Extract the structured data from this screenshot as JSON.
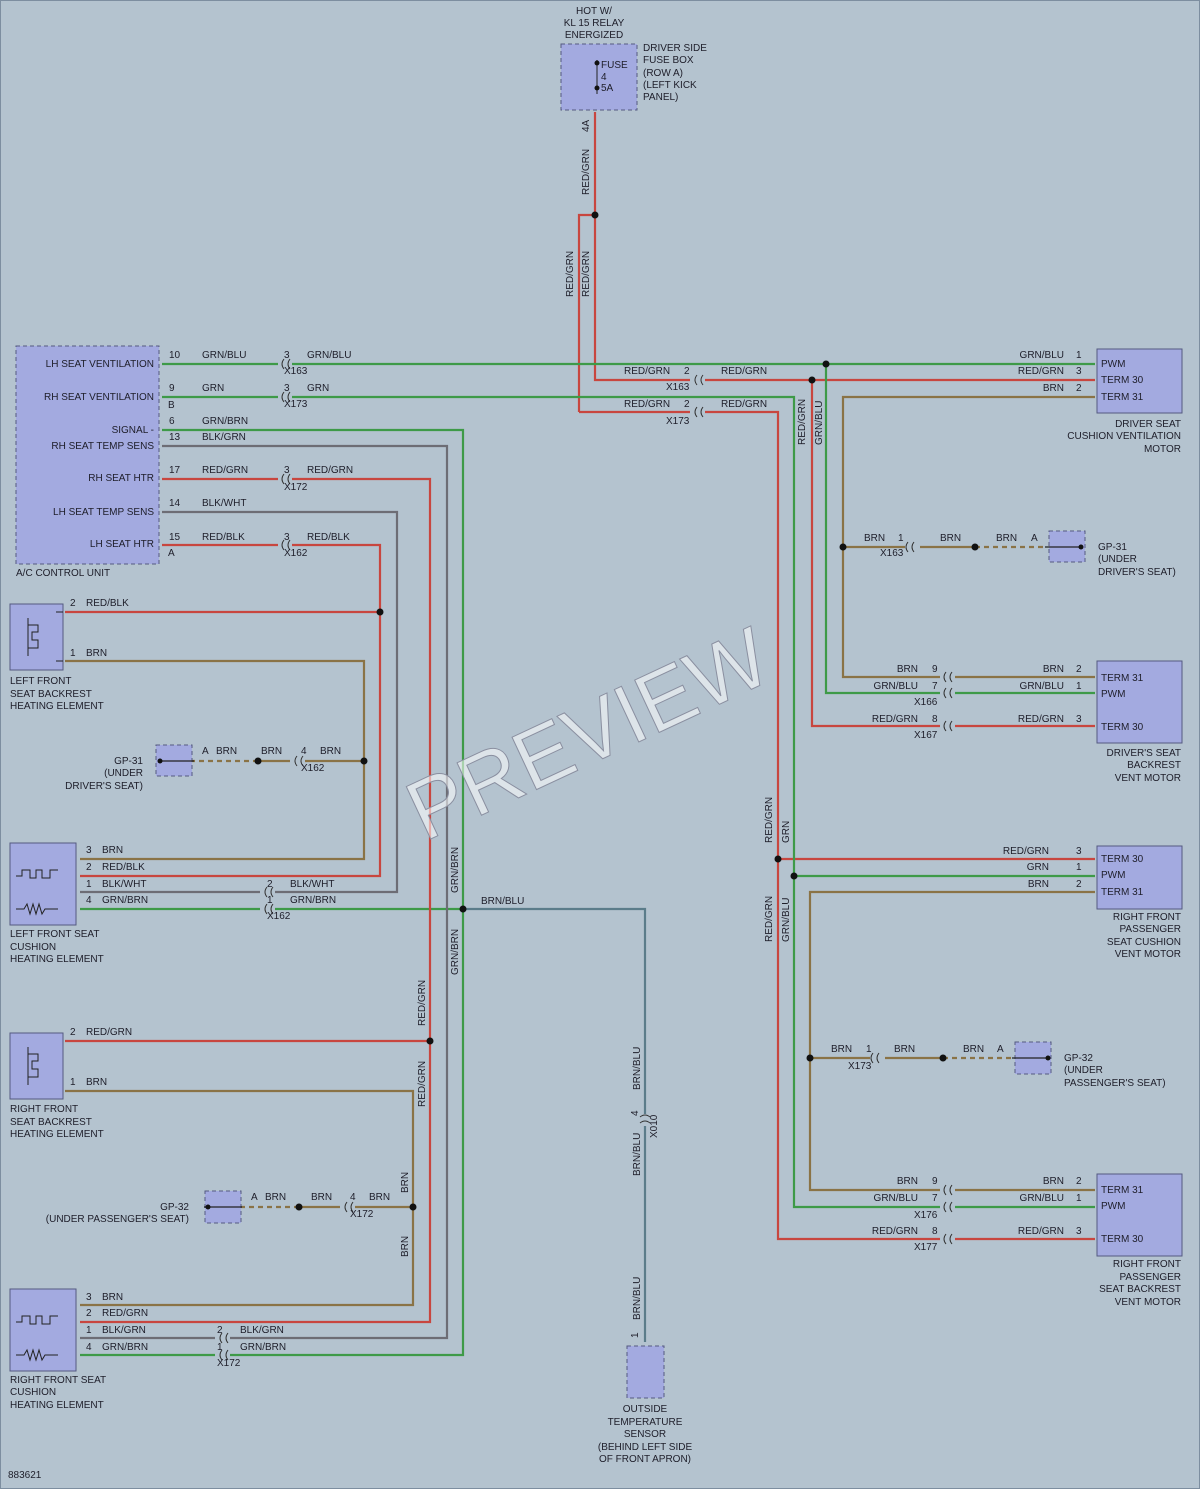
{
  "top": {
    "hot_1": "HOT W/",
    "hot_2": "KL 15 RELAY",
    "hot_3": "ENERGIZED",
    "fuse_1": "FUSE",
    "fuse_2": "4",
    "fuse_3": "5A",
    "fusebox_1": "DRIVER SIDE",
    "fusebox_2": "FUSE BOX",
    "fusebox_3": "(ROW A)",
    "fusebox_4": "(LEFT KICK",
    "fusebox_5": "PANEL)",
    "pin_4a": "4A",
    "wire_1": "RED/GRN",
    "wire_2": "RED/GRN",
    "wire_3": "RED/GRN"
  },
  "acu": {
    "name": "A/C CONTROL UNIT",
    "lh_vent": "LH SEAT VENTILATION",
    "rh_vent": "RH SEAT VENTILATION",
    "signal": "SIGNAL -",
    "rh_temp": "RH SEAT TEMP SENS",
    "rh_htr": "RH SEAT HTR",
    "lh_temp": "LH SEAT TEMP SENS",
    "lh_htr": "LH SEAT HTR",
    "pin_b": "B",
    "pin_a": "A"
  },
  "wires": {
    "p10": "10",
    "w_grnblu_1": "GRN/BLU",
    "p3_a": "3",
    "w_grnblu_2": "GRN/BLU",
    "x163_a": "X163",
    "p9": "9",
    "w_grn_1": "GRN",
    "p3_b": "3",
    "w_grn_2": "GRN",
    "x173_a": "X173",
    "p6": "6",
    "w_grnbrn_1": "GRN/BRN",
    "p13": "13",
    "w_blkgrn_1": "BLK/GRN",
    "p17": "17",
    "w_redgrn_1": "RED/GRN",
    "p3_c": "3",
    "w_redgrn_2": "RED/GRN",
    "x172_a": "X172",
    "p14": "14",
    "w_blkwht_1": "BLK/WHT",
    "p15": "15",
    "w_redblk_1": "RED/BLK",
    "p3_d": "3",
    "w_redblk_2": "RED/BLK",
    "x162_a": "X162",
    "r1": "RED/GRN",
    "r1p": "2",
    "r1b": "RED/GRN",
    "x163_b": "X163",
    "r2": "RED/GRN",
    "r2p": "2",
    "r2b": "RED/GRN",
    "x173_b": "X173",
    "v_redgrn_a": "RED/GRN",
    "v_grnblu_a": "GRN/BLU",
    "v_grnbrn_a": "GRN/BRN",
    "v_grnbrn_b": "GRN/BRN",
    "v_redgrn_b": "RED/GRN",
    "v_redgrn_c": "RED/GRN",
    "v_brn_a": "BRN",
    "v_brn_b": "BRN",
    "v_redgrn_d": "RED/GRN",
    "v_grn_a": "GRN",
    "v_redgrn_e": "RED/GRN",
    "v_grnblu_b": "GRN/BLU",
    "brnblu_h": "BRN/BLU",
    "brnblu_v1": "BRN/BLU",
    "brnblu_v2": "BRN/BLU",
    "brnblu_v3": "BRN/BLU",
    "x010_pin": "4",
    "x010": "X010",
    "sensor_pin": "1"
  },
  "dsv": {
    "name_1": "DRIVER SEAT",
    "name_2": "CUSHION VENTILATION",
    "name_3": "MOTOR",
    "pwm": "PWM",
    "t30": "TERM 30",
    "t31": "TERM 31",
    "w1": "GRN/BLU",
    "p1": "1",
    "w2": "RED/GRN",
    "p2": "3",
    "w3": "BRN",
    "p3": "2"
  },
  "gp31_r": {
    "w1": "BRN",
    "p1": "1",
    "x": "X163",
    "w2": "BRN",
    "w3": "BRN",
    "pa": "A",
    "l1": "GP-31",
    "l2": "(UNDER",
    "l3": "DRIVER'S SEAT)"
  },
  "dbv": {
    "name_1": "DRIVER'S SEAT",
    "name_2": "BACKREST",
    "name_3": "VENT MOTOR",
    "t31": "TERM 31",
    "pwm": "PWM",
    "t30": "TERM 30",
    "w1": "BRN",
    "p1": "9",
    "w1b": "BRN",
    "p1b": "2",
    "w2": "GRN/BLU",
    "p2": "7",
    "x2": "X166",
    "w2b": "GRN/BLU",
    "p2b": "1",
    "w3": "RED/GRN",
    "p3": "8",
    "x3": "X167",
    "w3b": "RED/GRN",
    "p3b": "3"
  },
  "psv": {
    "name_1": "RIGHT FRONT",
    "name_2": "PASSENGER",
    "name_3": "SEAT CUSHION",
    "name_4": "VENT MOTOR",
    "t30": "TERM 30",
    "pwm": "PWM",
    "t31": "TERM 31",
    "w1": "RED/GRN",
    "p1": "3",
    "w2": "GRN",
    "p2": "1",
    "w3": "BRN",
    "p3": "2"
  },
  "gp32_r": {
    "w1": "BRN",
    "p1": "1",
    "x": "X173",
    "w2": "BRN",
    "w3": "BRN",
    "pa": "A",
    "l1": "GP-32",
    "l2": "(UNDER",
    "l3": "PASSENGER'S SEAT)"
  },
  "pbv": {
    "name_1": "RIGHT FRONT",
    "name_2": "PASSENGER",
    "name_3": "SEAT BACKREST",
    "name_4": "VENT MOTOR",
    "t31": "TERM 31",
    "pwm": "PWM",
    "t30": "TERM 30",
    "w1": "BRN",
    "p1": "9",
    "w1b": "BRN",
    "p1b": "2",
    "w2": "GRN/BLU",
    "p2": "7",
    "x2": "X176",
    "w2b": "GRN/BLU",
    "p2b": "1",
    "w3": "RED/GRN",
    "p3": "8",
    "x3": "X177",
    "w3b": "RED/GRN",
    "p3b": "3"
  },
  "lfb": {
    "name_1": "LEFT FRONT",
    "name_2": "SEAT BACKREST",
    "name_3": "HEATING ELEMENT",
    "p2": "2",
    "w2": "RED/BLK",
    "p1": "1",
    "w1": "BRN"
  },
  "gp31_l": {
    "l1": "GP-31",
    "l2": "(UNDER",
    "l3": "DRIVER'S SEAT)",
    "pa": "A",
    "w1": "BRN",
    "w2": "BRN",
    "p4": "4",
    "w3": "BRN",
    "x": "X162"
  },
  "lfc": {
    "name_1": "LEFT FRONT SEAT",
    "name_2": "CUSHION",
    "name_3": "HEATING ELEMENT",
    "p3": "3",
    "w3": "BRN",
    "p2": "2",
    "w2": "RED/BLK",
    "p1": "1",
    "w1": "BLK/WHT",
    "p1b": "2",
    "w1b": "BLK/WHT",
    "p4": "4",
    "w4": "GRN/BRN",
    "p4b": "1",
    "w4b": "GRN/BRN",
    "x": "X162"
  },
  "rfb": {
    "name_1": "RIGHT FRONT",
    "name_2": "SEAT BACKREST",
    "name_3": "HEATING ELEMENT",
    "p2": "2",
    "w2": "RED/GRN",
    "p1": "1",
    "w1": "BRN"
  },
  "gp32_l": {
    "l1": "GP-32",
    "l2": "(UNDER PASSENGER'S SEAT)",
    "pa": "A",
    "w1": "BRN",
    "w2": "BRN",
    "p4": "4",
    "w3": "BRN",
    "x": "X172"
  },
  "rfc": {
    "name_1": "RIGHT FRONT SEAT",
    "name_2": "CUSHION",
    "name_3": "HEATING ELEMENT",
    "p3": "3",
    "w3": "BRN",
    "p2": "2",
    "w2": "RED/GRN",
    "p1": "1",
    "w1": "BLK/GRN",
    "p1b": "2",
    "w1b": "BLK/GRN",
    "p4": "4",
    "w4": "GRN/BRN",
    "p4b": "1",
    "w4b": "GRN/BRN",
    "x": "X172"
  },
  "sensor": {
    "name_1": "OUTSIDE",
    "name_2": "TEMPERATURE",
    "name_3": "SENSOR",
    "name_4": "(BEHIND LEFT SIDE",
    "name_5": "OF FRONT APRON)"
  },
  "footer_id": "883621",
  "watermark": "PREVIEW",
  "colors": {
    "red": "#c8463f",
    "green": "#3e9a48",
    "brown": "#8a7346",
    "blue_gray": "#5b7c8a",
    "gray": "#6d6d75"
  }
}
